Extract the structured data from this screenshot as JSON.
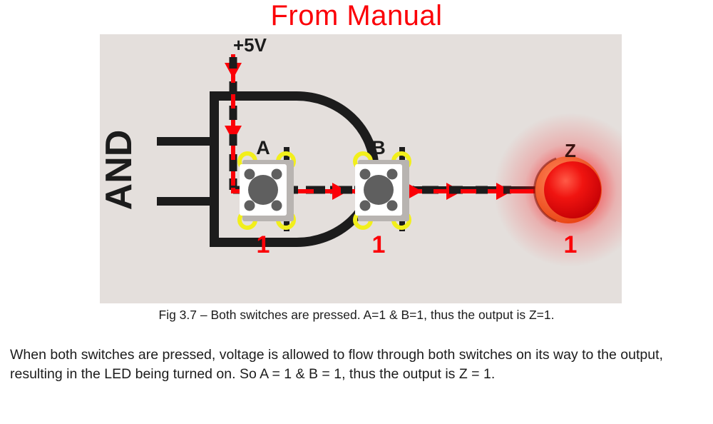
{
  "document": {
    "title": "From Manual",
    "title_color": "#fb0007"
  },
  "figure": {
    "panel_background": "#e4dfdc",
    "gate": {
      "label": "AND",
      "label_orientation": "vertical-bottom-to-top",
      "type": "AND gate",
      "wire_color": "#1c1c1c",
      "input_count": 2
    },
    "supply": {
      "label": "+5V",
      "flow_color": "#fb0007"
    },
    "switches": [
      {
        "name": "A",
        "label": "A",
        "state_value": "1",
        "state_color": "#fb0007",
        "pressed": true,
        "body_color": "#ffffff",
        "lead_color": "#f2ef1b",
        "cap_color": "#5f5f5f"
      },
      {
        "name": "B",
        "label": "B",
        "state_value": "1",
        "state_color": "#fb0007",
        "pressed": true,
        "body_color": "#ffffff",
        "lead_color": "#f2ef1b",
        "cap_color": "#5f5f5f"
      }
    ],
    "led": {
      "label": "Z",
      "state_value": "1",
      "state_color": "#fb0007",
      "lit": true,
      "glow_color": "#fb0007"
    },
    "caption": "Fig 3.7 – Both switches are pressed. A=1 & B=1, thus the output is Z=1."
  },
  "body": {
    "paragraph": "When both switches are pressed, voltage is allowed to flow through both switches on its way to the output, resulting in the LED being turned on. So A = 1 & B = 1, thus the output is Z = 1."
  }
}
